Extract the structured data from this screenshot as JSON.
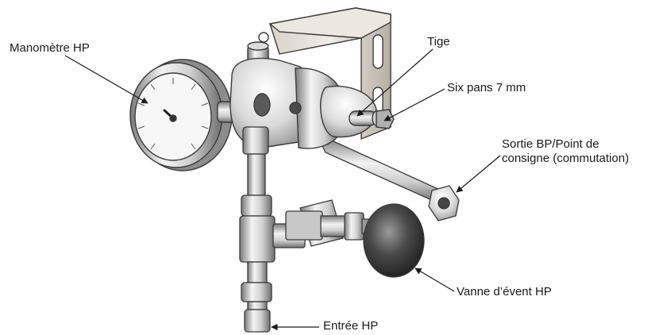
{
  "callouts": {
    "pressure_gauge": "Manomètre HP",
    "stem": "Tige",
    "hex": "Six pans 7 mm",
    "outlet_line1": "Sortie BP/Point de",
    "outlet_line2": "consigne (commutation)",
    "vent_valve": "Vanne d’évent HP",
    "inlet": "Entrée HP"
  }
}
